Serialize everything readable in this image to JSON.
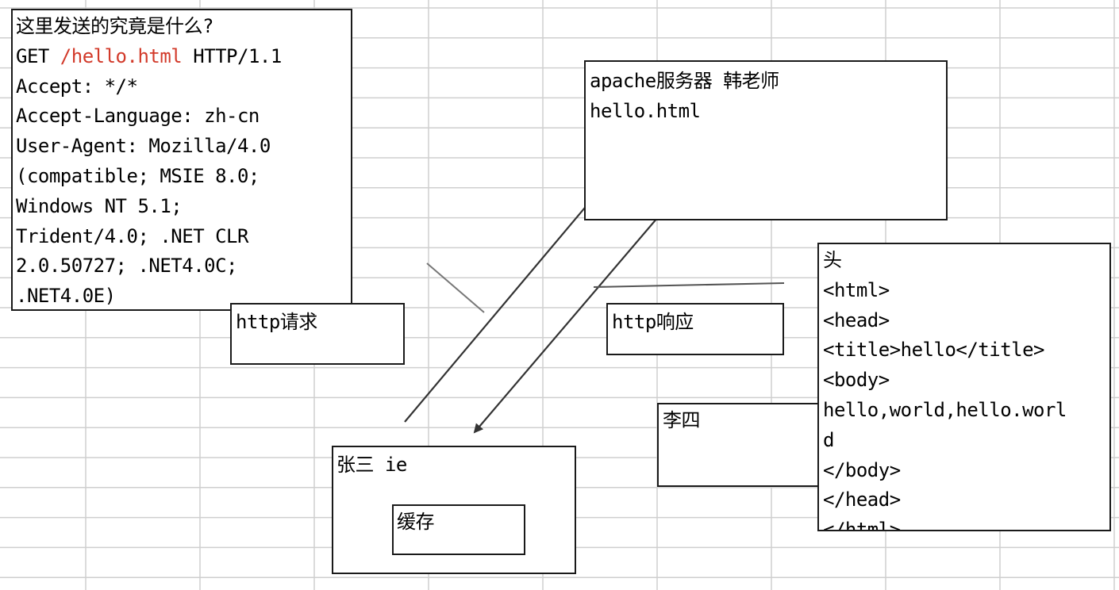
{
  "colors": {
    "grid": "#cfcfcf",
    "border": "#1a1a1a",
    "highlight": "#d23a2a",
    "arrow": "#333333"
  },
  "request_box": {
    "title": "这里发送的究竟是什么?",
    "request_line": {
      "method": "GET ",
      "path": "/hello.html",
      "protocol": " HTTP/1.1"
    },
    "lines": [
      "Accept: */*",
      "Accept-Language: zh-cn",
      "User-Agent: Mozilla/4.0",
      "(compatible; MSIE 8.0;",
      "Windows NT 5.1;",
      "Trident/4.0; .NET CLR",
      "2.0.50727; .NET4.0C;",
      ".NET4.0E)"
    ]
  },
  "http_request_label": "http请求",
  "server_box": {
    "title": "apache服务器 韩老师",
    "file": "hello.html"
  },
  "http_response_label": "http响应",
  "client_box": {
    "title": "张三 ie",
    "cache_label": "缓存"
  },
  "lisi_label": "李四",
  "response_box": {
    "lines": [
      "头",
      "<html>",
      "<head>",
      "<title>hello</title>",
      "<body>",
      "hello,world,hello.worl",
      "d",
      "</body>",
      "</head>",
      "</html>"
    ]
  }
}
